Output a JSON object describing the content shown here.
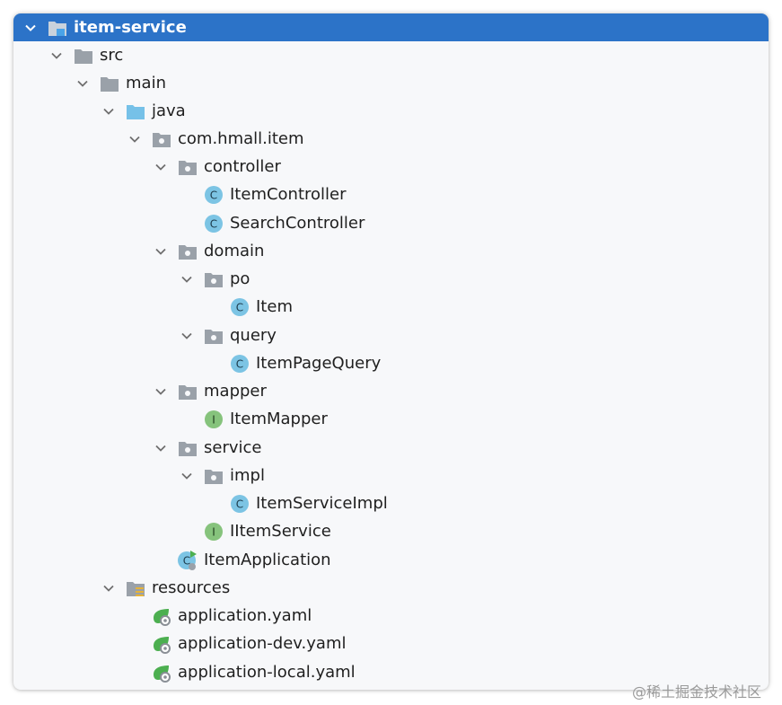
{
  "tree": {
    "root": {
      "label": "item-service",
      "icon": "module-folder-icon"
    },
    "items": {
      "src": "src",
      "main": "main",
      "java": "java",
      "pkg": "com.hmall.item",
      "controller": "controller",
      "item_controller": "ItemController",
      "search_controller": "SearchController",
      "domain": "domain",
      "po": "po",
      "item": "Item",
      "query": "query",
      "item_page_query": "ItemPageQuery",
      "mapper": "mapper",
      "item_mapper": "ItemMapper",
      "service": "service",
      "impl": "impl",
      "item_service_impl": "ItemServiceImpl",
      "iitem_service": "IItemService",
      "item_application": "ItemApplication",
      "resources": "resources",
      "application_yaml": "application.yaml",
      "application_dev_yaml": "application-dev.yaml",
      "application_local_yaml": "application-local.yaml"
    },
    "class_letter": "C",
    "interface_letter": "I"
  },
  "colors": {
    "selection": "#2c73c8",
    "folder": "#9aa1a9",
    "source_folder": "#76c1e8",
    "class_icon": "#7cc4e4",
    "interface_icon": "#86c37c",
    "spring_icon": "#4caf50"
  },
  "watermark": "@稀土掘金技术社区"
}
